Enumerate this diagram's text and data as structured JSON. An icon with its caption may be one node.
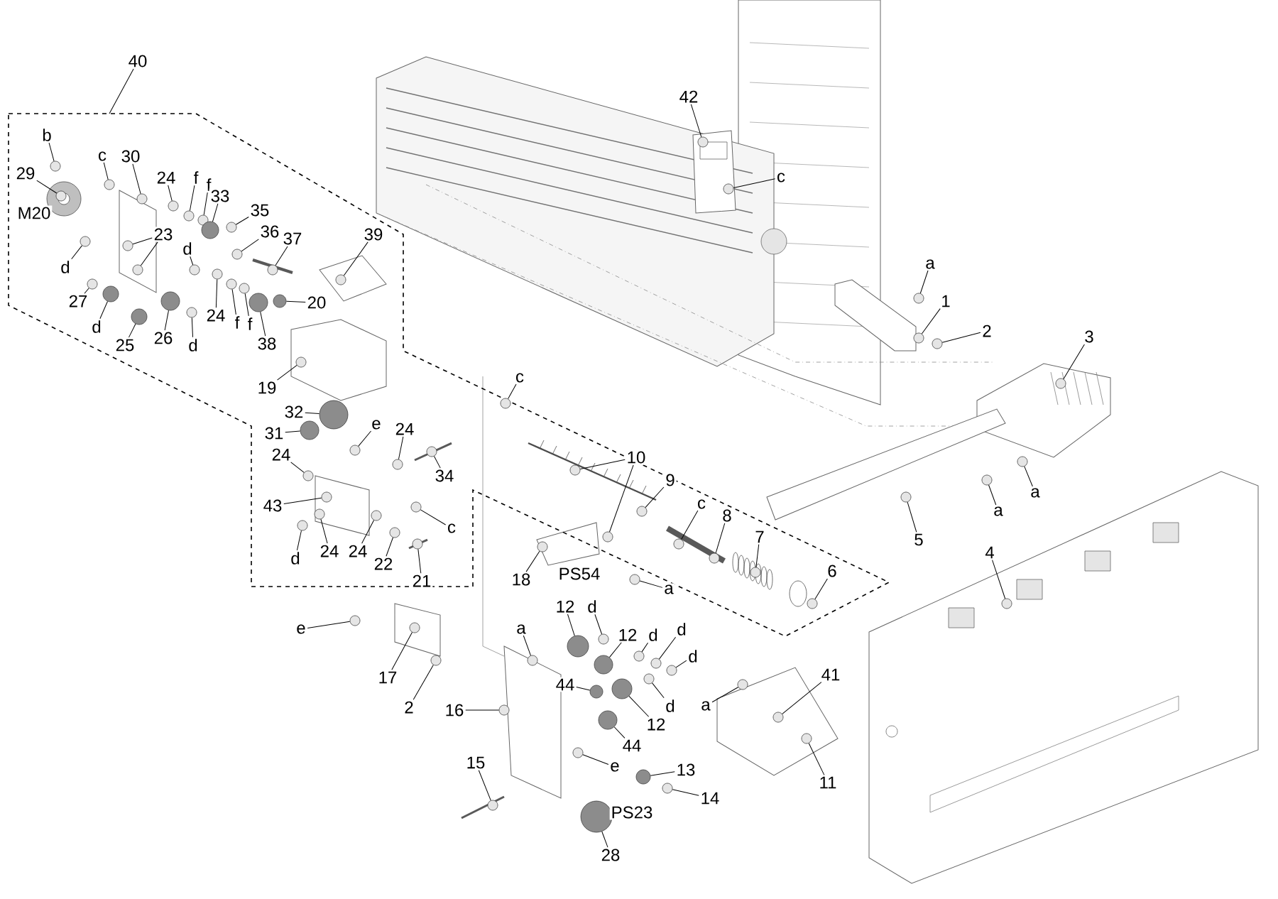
{
  "diagram": {
    "nodes": [
      {
        "text": [
          "40"
        ]
      },
      {
        "text": [
          "b"
        ]
      },
      {
        "text": [
          "c"
        ]
      },
      {
        "text": [
          "30"
        ]
      },
      {
        "text": [
          "29"
        ]
      },
      {
        "text": [
          "24"
        ]
      },
      {
        "text": [
          "f"
        ]
      },
      {
        "text": [
          "f"
        ]
      },
      {
        "text": [
          "33"
        ]
      },
      {
        "text": [
          "35"
        ]
      },
      {
        "text": [
          "36"
        ]
      },
      {
        "text": [
          "37"
        ]
      },
      {
        "text": [
          "39"
        ]
      },
      {
        "text": [
          "23"
        ]
      },
      {
        "text": [
          "d"
        ]
      },
      {
        "text": [
          "d"
        ]
      },
      {
        "text": [
          "27"
        ]
      },
      {
        "text": [
          "d"
        ]
      },
      {
        "text": [
          "25"
        ]
      },
      {
        "text": [
          "26"
        ]
      },
      {
        "text": [
          "d"
        ]
      },
      {
        "text": [
          "24"
        ]
      },
      {
        "text": [
          "f"
        ]
      },
      {
        "text": [
          "f"
        ]
      },
      {
        "text": [
          "38"
        ]
      },
      {
        "text": [
          "20"
        ]
      },
      {
        "text": [
          "19"
        ]
      },
      {
        "text": [
          "32"
        ]
      },
      {
        "text": [
          "31"
        ]
      },
      {
        "text": [
          "e"
        ]
      },
      {
        "text": [
          "24"
        ]
      },
      {
        "text": [
          "24"
        ]
      },
      {
        "text": [
          "34"
        ]
      },
      {
        "text": [
          "43"
        ]
      },
      {
        "text": [
          "c"
        ]
      },
      {
        "text": [
          "d"
        ]
      },
      {
        "text": [
          "24"
        ]
      },
      {
        "text": [
          "24"
        ]
      },
      {
        "text": [
          "22"
        ]
      },
      {
        "text": [
          "21"
        ]
      },
      {
        "text": [
          "c"
        ]
      },
      {
        "text": [
          "42"
        ]
      },
      {
        "text": [
          "c"
        ]
      },
      {
        "text": [
          "a"
        ]
      },
      {
        "text": [
          "1"
        ]
      },
      {
        "text": [
          "2"
        ]
      },
      {
        "text": [
          "3"
        ]
      },
      {
        "text": [
          "a"
        ]
      },
      {
        "text": [
          "a"
        ]
      },
      {
        "text": [
          "5"
        ]
      },
      {
        "text": [
          "4"
        ]
      },
      {
        "text": [
          "10"
        ]
      },
      {
        "text": [
          "9"
        ]
      },
      {
        "text": [
          "c"
        ]
      },
      {
        "text": [
          "8"
        ]
      },
      {
        "text": [
          "7"
        ]
      },
      {
        "text": [
          "6"
        ]
      },
      {
        "text": [
          "18"
        ]
      },
      {
        "text": [
          "a"
        ]
      },
      {
        "text": [
          "e"
        ]
      },
      {
        "text": [
          "17"
        ]
      },
      {
        "text": [
          "2"
        ]
      },
      {
        "text": [
          "16"
        ]
      },
      {
        "text": [
          "a"
        ]
      },
      {
        "text": [
          "12"
        ]
      },
      {
        "text": [
          "d"
        ]
      },
      {
        "text": [
          "12"
        ]
      },
      {
        "text": [
          "d"
        ]
      },
      {
        "text": [
          "d"
        ]
      },
      {
        "text": [
          "d"
        ]
      },
      {
        "text": [
          "d"
        ]
      },
      {
        "text": [
          "44"
        ]
      },
      {
        "text": [
          "12"
        ]
      },
      {
        "text": [
          "44"
        ]
      },
      {
        "text": [
          "a"
        ]
      },
      {
        "text": [
          "41"
        ]
      },
      {
        "text": [
          "11"
        ]
      },
      {
        "text": [
          "e"
        ]
      },
      {
        "text": [
          "13"
        ]
      },
      {
        "text": [
          "14"
        ]
      },
      {
        "text": [
          "15"
        ]
      },
      {
        "text": [
          "28"
        ]
      },
      {
        "text": [],
        "shape": "circle"
      },
      {
        "text": [],
        "shape": "circle"
      },
      {
        "text": [],
        "shape": "circle"
      },
      {
        "text": [],
        "shape": "circle"
      },
      {
        "text": [],
        "shape": "circle"
      },
      {
        "text": [],
        "shape": "circle"
      },
      {
        "text": [],
        "shape": "circle"
      },
      {
        "text": [],
        "shape": "circle"
      },
      {
        "text": [],
        "shape": "circle"
      },
      {
        "text": [],
        "shape": "circle"
      },
      {
        "text": [],
        "shape": "circle"
      },
      {
        "text": [],
        "shape": "circle"
      },
      {
        "text": [],
        "shape": "circle"
      },
      {
        "text": [],
        "shape": "circle"
      },
      {
        "text": [],
        "shape": "circle"
      },
      {
        "text": [],
        "shape": "circle"
      },
      {
        "text": [],
        "shape": "circle"
      },
      {
        "text": [],
        "shape": "circle"
      },
      {
        "text": [],
        "shape": "circle"
      },
      {
        "text": [],
        "shape": "circle"
      },
      {
        "text": [],
        "shape": "circle"
      },
      {
        "text": [],
        "shape": "circle"
      },
      {
        "text": [],
        "shape": "circle"
      },
      {
        "text": [],
        "shape": "circle"
      },
      {
        "text": [],
        "shape": "circle"
      },
      {
        "text": [],
        "shape": "circle"
      },
      {
        "text": [],
        "shape": "circle"
      },
      {
        "text": [],
        "shape": "circle"
      },
      {
        "text": [],
        "shape": "circle"
      },
      {
        "text": [],
        "shape": "circle"
      },
      {
        "text": [],
        "shape": "circle"
      },
      {
        "text": [],
        "shape": "circle"
      },
      {
        "text": [],
        "shape": "circle"
      },
      {
        "text": [],
        "shape": "circle"
      },
      {
        "text": [],
        "shape": "circle"
      },
      {
        "text": [],
        "shape": "circle"
      },
      {
        "text": [],
        "shape": "circle"
      },
      {
        "text": [],
        "shape": "circle"
      },
      {
        "text": [],
        "shape": "circle"
      },
      {
        "text": [],
        "shape": "circle"
      },
      {
        "text": [],
        "shape": "circle"
      },
      {
        "text": [],
        "shape": "circle"
      },
      {
        "text": [],
        "shape": "circle"
      },
      {
        "text": [],
        "shape": "circle"
      },
      {
        "text": [],
        "shape": "circle"
      },
      {
        "text": [],
        "shape": "circle"
      },
      {
        "text": [],
        "shape": "circle"
      },
      {
        "text": [],
        "shape": "circle"
      },
      {
        "text": [],
        "shape": "circle"
      },
      {
        "text": [],
        "shape": "circle"
      },
      {
        "text": [],
        "shape": "circle"
      },
      {
        "text": [],
        "shape": "circle"
      },
      {
        "text": [],
        "shape": "circle"
      },
      {
        "text": [],
        "shape": "circle"
      },
      {
        "text": [],
        "shape": "circle"
      },
      {
        "text": [],
        "shape": "circle"
      },
      {
        "text": [],
        "shape": "circle"
      },
      {
        "text": [],
        "shape": "circle"
      },
      {
        "text": [],
        "shape": "circle"
      },
      {
        "text": [],
        "shape": "circle"
      },
      {
        "text": [],
        "shape": "circle"
      },
      {
        "text": [],
        "shape": "circle"
      },
      {
        "text": [],
        "shape": "circle"
      },
      {
        "text": [],
        "shape": "circle"
      },
      {
        "text": [],
        "shape": "circle"
      },
      {
        "text": [],
        "shape": "circle"
      },
      {
        "text": [],
        "shape": "circle"
      },
      {
        "text": [],
        "shape": "circle"
      },
      {
        "text": [],
        "shape": "circle"
      },
      {
        "text": [],
        "shape": "circle"
      },
      {
        "text": [],
        "shape": "circle"
      },
      {
        "text": [],
        "shape": "circle"
      },
      {
        "text": [],
        "shape": "circle"
      },
      {
        "text": [],
        "shape": "circle"
      },
      {
        "text": [],
        "shape": "circle"
      },
      {
        "text": [],
        "shape": "circle"
      },
      {
        "text": [],
        "shape": "circle"
      },
      {
        "text": [],
        "shape": "circle"
      },
      {
        "text": [],
        "shape": "circle"
      },
      {
        "text": [],
        "shape": "circle"
      },
      {
        "text": [],
        "shape": "circle"
      },
      {
        "text": [],
        "shape": "circle"
      },
      {
        "text": [],
        "shape": "circle"
      }
    ],
    "edges": [
      {
        "from": 0,
        "to": null,
        "arrow": "none"
      },
      {
        "from": 1,
        "to": 82,
        "arrow": "none"
      },
      {
        "from": 2,
        "to": 83,
        "arrow": "none"
      },
      {
        "from": 3,
        "to": 84,
        "arrow": "none"
      },
      {
        "from": 4,
        "to": 85,
        "arrow": "none"
      },
      {
        "from": 5,
        "to": 86,
        "arrow": "none"
      },
      {
        "from": 6,
        "to": 87,
        "arrow": "none"
      },
      {
        "from": 7,
        "to": 88,
        "arrow": "none"
      },
      {
        "from": 8,
        "to": 89,
        "arrow": "none"
      },
      {
        "from": 9,
        "to": 90,
        "arrow": "none"
      },
      {
        "from": 10,
        "to": 91,
        "arrow": "none"
      },
      {
        "from": 11,
        "to": 92,
        "arrow": "none"
      },
      {
        "from": 12,
        "to": 93,
        "arrow": "none"
      },
      {
        "from": 13,
        "to": 94,
        "arrow": "none"
      },
      {
        "from": 13,
        "to": 95,
        "arrow": "none"
      },
      {
        "from": 14,
        "to": 96,
        "arrow": "none"
      },
      {
        "from": 15,
        "to": 97,
        "arrow": "none"
      },
      {
        "from": 16,
        "to": 98,
        "arrow": "none"
      },
      {
        "from": 17,
        "to": 99,
        "arrow": "none"
      },
      {
        "from": 18,
        "to": 100,
        "arrow": "none"
      },
      {
        "from": 19,
        "to": 101,
        "arrow": "none"
      },
      {
        "from": 20,
        "to": 102,
        "arrow": "none"
      },
      {
        "from": 21,
        "to": 103,
        "arrow": "none"
      },
      {
        "from": 22,
        "to": 104,
        "arrow": "none"
      },
      {
        "from": 23,
        "to": 105,
        "arrow": "none"
      },
      {
        "from": 24,
        "to": 106,
        "arrow": "none"
      },
      {
        "from": 25,
        "to": 107,
        "arrow": "none"
      },
      {
        "from": 26,
        "to": 108,
        "arrow": "none"
      },
      {
        "from": 27,
        "to": 109,
        "arrow": "none"
      },
      {
        "from": 28,
        "to": 110,
        "arrow": "none"
      },
      {
        "from": 29,
        "to": 111,
        "arrow": "none"
      },
      {
        "from": 30,
        "to": 112,
        "arrow": "none"
      },
      {
        "from": 31,
        "to": 113,
        "arrow": "none"
      },
      {
        "from": 32,
        "to": 114,
        "arrow": "none"
      },
      {
        "from": 33,
        "to": 115,
        "arrow": "none"
      },
      {
        "from": 34,
        "to": 116,
        "arrow": "none"
      },
      {
        "from": 35,
        "to": 117,
        "arrow": "none"
      },
      {
        "from": 36,
        "to": 118,
        "arrow": "none"
      },
      {
        "from": 37,
        "to": 119,
        "arrow": "none"
      },
      {
        "from": 38,
        "to": 120,
        "arrow": "none"
      },
      {
        "from": 39,
        "to": 121,
        "arrow": "none"
      },
      {
        "from": 40,
        "to": 122,
        "arrow": "none"
      },
      {
        "from": 41,
        "to": 123,
        "arrow": "none"
      },
      {
        "from": 42,
        "to": 124,
        "arrow": "none"
      },
      {
        "from": 43,
        "to": 125,
        "arrow": "none"
      },
      {
        "from": 44,
        "to": 126,
        "arrow": "none"
      },
      {
        "from": 45,
        "to": 127,
        "arrow": "none"
      },
      {
        "from": 46,
        "to": 128,
        "arrow": "none"
      },
      {
        "from": 47,
        "to": 129,
        "arrow": "none"
      },
      {
        "from": 48,
        "to": 130,
        "arrow": "none"
      },
      {
        "from": 49,
        "to": 131,
        "arrow": "none"
      },
      {
        "from": 50,
        "to": 132,
        "arrow": "none"
      },
      {
        "from": 51,
        "to": 133,
        "arrow": "none"
      },
      {
        "from": 51,
        "to": 134,
        "arrow": "none"
      },
      {
        "from": 52,
        "to": 135,
        "arrow": "none"
      },
      {
        "from": 53,
        "to": 136,
        "arrow": "none"
      },
      {
        "from": 54,
        "to": 137,
        "arrow": "none"
      },
      {
        "from": 55,
        "to": 138,
        "arrow": "none"
      },
      {
        "from": 56,
        "to": 139,
        "arrow": "none"
      },
      {
        "from": 57,
        "to": 140,
        "arrow": "none"
      },
      {
        "from": 58,
        "to": 141,
        "arrow": "none"
      },
      {
        "from": 59,
        "to": 142,
        "arrow": "none"
      },
      {
        "from": 60,
        "to": 143,
        "arrow": "none"
      },
      {
        "from": 61,
        "to": 144,
        "arrow": "none"
      },
      {
        "from": 62,
        "to": 145,
        "arrow": "none"
      },
      {
        "from": 63,
        "to": 146,
        "arrow": "none"
      },
      {
        "from": 64,
        "to": 147,
        "arrow": "none"
      },
      {
        "from": 65,
        "to": 148,
        "arrow": "none"
      },
      {
        "from": 66,
        "to": 149,
        "arrow": "none"
      },
      {
        "from": 67,
        "to": 150,
        "arrow": "none"
      },
      {
        "from": 68,
        "to": 151,
        "arrow": "none"
      },
      {
        "from": 69,
        "to": 152,
        "arrow": "none"
      },
      {
        "from": 70,
        "to": 153,
        "arrow": "none"
      },
      {
        "from": 71,
        "to": 154,
        "arrow": "none"
      },
      {
        "from": 72,
        "to": 155,
        "arrow": "none"
      },
      {
        "from": 73,
        "to": 156,
        "arrow": "none"
      },
      {
        "from": 74,
        "to": 157,
        "arrow": "none"
      },
      {
        "from": 75,
        "to": 158,
        "arrow": "none"
      },
      {
        "from": 76,
        "to": 159,
        "arrow": "none"
      },
      {
        "from": 77,
        "to": 160,
        "arrow": "none"
      },
      {
        "from": 78,
        "to": 161,
        "arrow": "none"
      },
      {
        "from": 79,
        "to": 162,
        "arrow": "none"
      },
      {
        "from": 80,
        "to": 163,
        "arrow": "none"
      },
      {
        "from": 81,
        "to": 164,
        "arrow": "none"
      }
    ],
    "labels": [
      "M20",
      "PS54",
      "PS23"
    ]
  }
}
